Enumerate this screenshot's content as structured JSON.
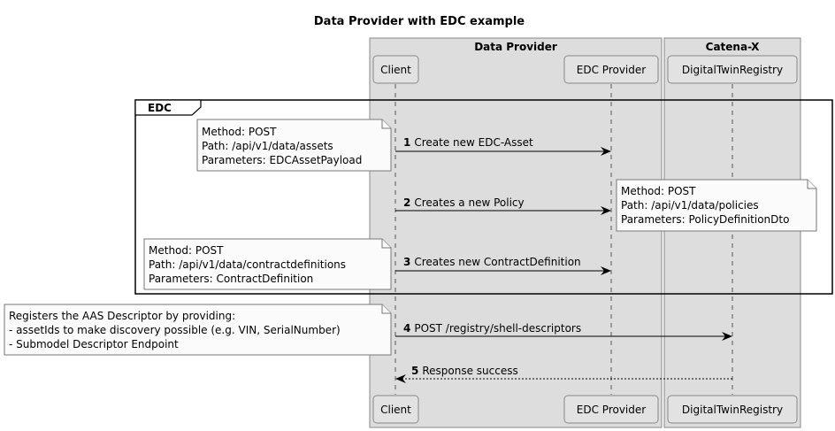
{
  "diagram": {
    "title": "Data Provider with EDC example",
    "boxes": [
      {
        "key": "provider",
        "title": "Data Provider"
      },
      {
        "key": "catenax",
        "title": "Catena-X"
      }
    ],
    "participants": [
      {
        "key": "client",
        "label": "Client"
      },
      {
        "key": "edc",
        "label": "EDC Provider"
      },
      {
        "key": "dtr",
        "label": "DigitalTwinRegistry"
      }
    ],
    "group": {
      "label": "EDC"
    },
    "messages": [
      {
        "num": "1",
        "label": "Create new EDC-Asset",
        "from": "client",
        "to": "edc",
        "style": "solid"
      },
      {
        "num": "2",
        "label": "Creates a new Policy",
        "from": "client",
        "to": "edc",
        "style": "solid"
      },
      {
        "num": "3",
        "label": "Creates new ContractDefinition",
        "from": "client",
        "to": "edc",
        "style": "solid"
      },
      {
        "num": "4",
        "label": "POST /registry/shell-descriptors",
        "from": "client",
        "to": "dtr",
        "style": "solid"
      },
      {
        "num": "5",
        "label": "Response success",
        "from": "dtr",
        "to": "client",
        "style": "dashed"
      }
    ],
    "notes": [
      {
        "lines": [
          "Method: POST",
          "Path: /api/v1/data/assets",
          "Parameters: EDCAssetPayload"
        ]
      },
      {
        "lines": [
          "Method: POST",
          "Path: /api/v1/data/policies",
          "Parameters: PolicyDefinitionDto"
        ]
      },
      {
        "lines": [
          "Method: POST",
          "Path: /api/v1/data/contractdefinitions",
          "Parameters: ContractDefinition"
        ]
      },
      {
        "lines": [
          "Registers the AAS Descriptor by providing:",
          "- assetIds to make discovery possible (e.g. VIN, SerialNumber)",
          "- Submodel Descriptor Endpoint"
        ]
      }
    ],
    "colors": {
      "box_fill": "#dddddd",
      "box_stroke": "#888888",
      "participant_fill": "#e2e2e2",
      "note_fill": "#fbfbfb",
      "lifeline": "#555555",
      "arrow": "#000000"
    }
  }
}
